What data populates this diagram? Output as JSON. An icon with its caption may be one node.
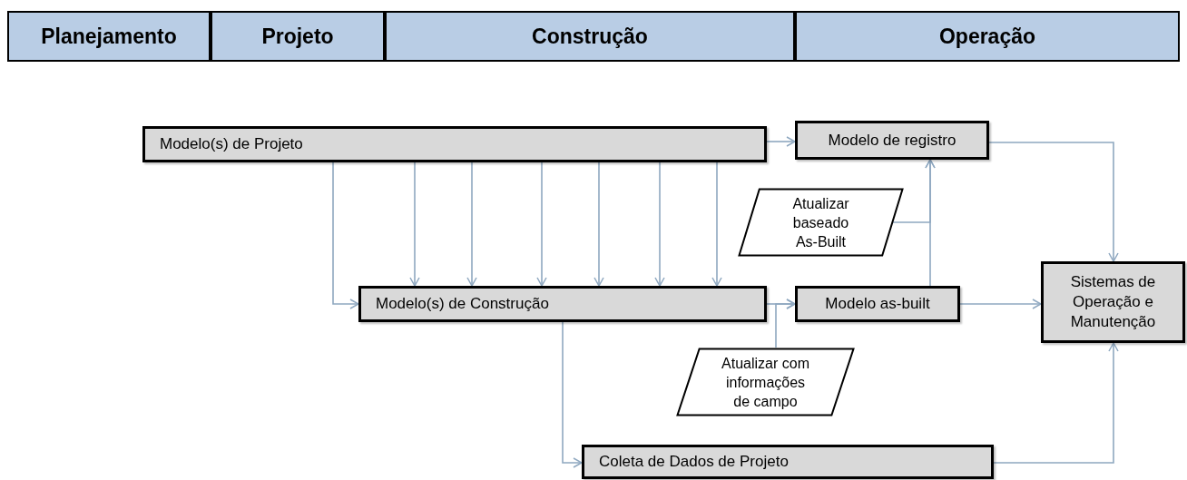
{
  "diagram": {
    "nodes": [
      {
        "text": [
          "Planejamento"
        ]
      },
      {
        "text": [
          "Projeto"
        ]
      },
      {
        "text": [
          "Construção"
        ]
      },
      {
        "text": [
          "Operação"
        ]
      },
      {
        "text": [
          "Modelo(s) de Projeto"
        ]
      },
      {
        "text": [
          "Modelo de registro"
        ]
      },
      {
        "text": [
          "Atualizar baseado As-Built"
        ]
      },
      {
        "text": [
          "Modelo(s) de Construção"
        ]
      },
      {
        "text": [
          "Modelo as-built"
        ]
      },
      {
        "text": [
          "Sistemas de Operação e Manutenção"
        ]
      },
      {
        "text": [
          "Atualizar com informações de campo"
        ]
      },
      {
        "text": [
          "Coleta de Dados de Projeto"
        ]
      }
    ],
    "edges": [
      {
        "from": 4,
        "to": 5,
        "arrow": "to"
      },
      {
        "from": 4,
        "to": 7,
        "arrow": "to"
      },
      {
        "from": 4,
        "to": 7,
        "arrow": "to"
      },
      {
        "from": 4,
        "to": 7,
        "arrow": "to"
      },
      {
        "from": 4,
        "to": 7,
        "arrow": "to"
      },
      {
        "from": 4,
        "to": 7,
        "arrow": "to"
      },
      {
        "from": 4,
        "to": 7,
        "arrow": "to"
      },
      {
        "from": 4,
        "to": 7,
        "arrow": "to"
      },
      {
        "from": 7,
        "to": 8,
        "arrow": "to"
      },
      {
        "from": 10,
        "to": 8,
        "arrow": "to"
      },
      {
        "from": 6,
        "to": 5,
        "arrow": "to"
      },
      {
        "from": 8,
        "to": 5,
        "arrow": "to"
      },
      {
        "from": 5,
        "to": 9,
        "arrow": "to"
      },
      {
        "from": 8,
        "to": 9,
        "arrow": "to"
      },
      {
        "from": 7,
        "to": 11,
        "arrow": "to"
      },
      {
        "from": 11,
        "to": 9,
        "arrow": "to"
      }
    ]
  }
}
